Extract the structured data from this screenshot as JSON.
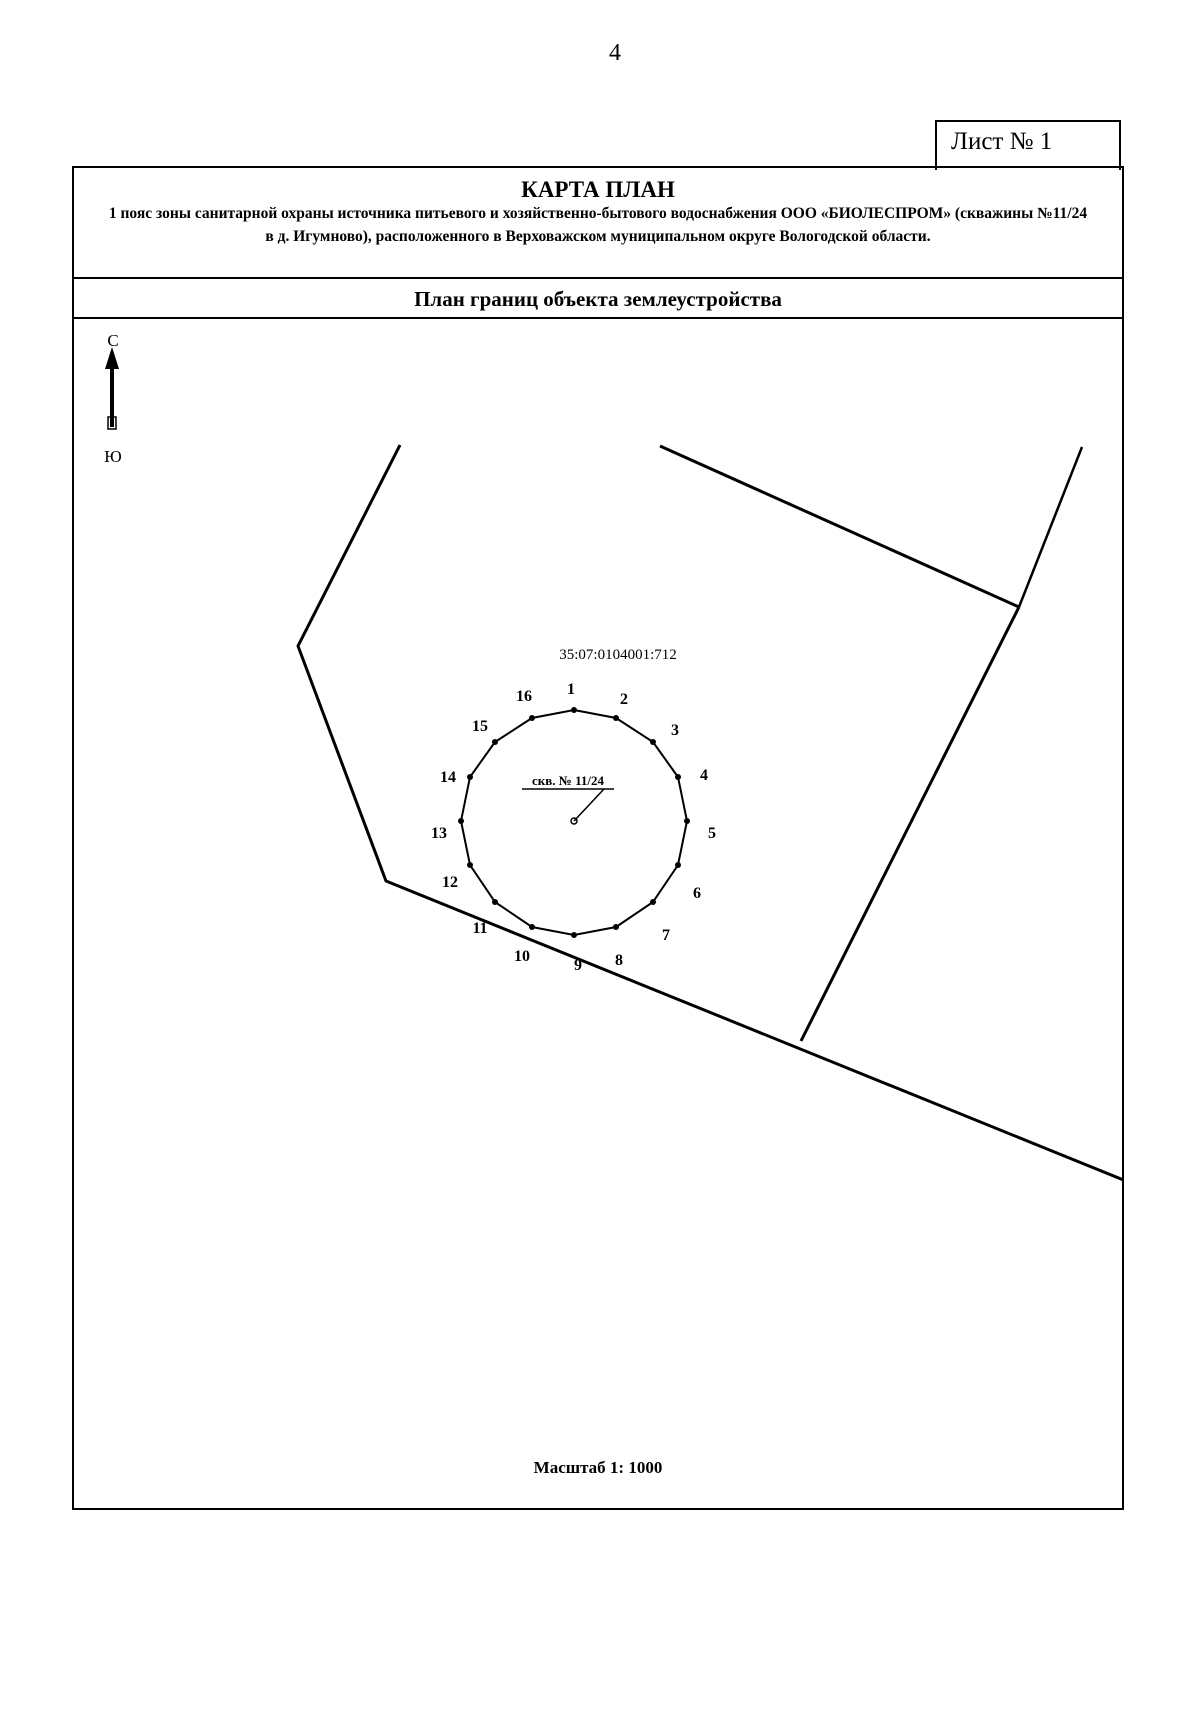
{
  "page_number": "4",
  "sheet_label": "Лист № 1",
  "header": {
    "title": "КАРТА ПЛАН",
    "description": "1 пояс зоны санитарной охраны источника питьевого и хозяйственно-бытового водоснабжения ООО «БИОЛЕСПРОМ» (скважины №11/24 в д. Игумново), расположенного в Верховажском муниципальном округе Вологодской области."
  },
  "subheader": "План границ объекта землеустройства",
  "compass": {
    "north": "С",
    "south": "Ю"
  },
  "map": {
    "parcel_number": "35:07:0104001:712",
    "well_label": "скв. № 11/24",
    "points": [
      "1",
      "2",
      "3",
      "4",
      "5",
      "6",
      "7",
      "8",
      "9",
      "10",
      "11",
      "12",
      "13",
      "14",
      "15",
      "16"
    ]
  },
  "scale": "Масштаб 1: 1000"
}
